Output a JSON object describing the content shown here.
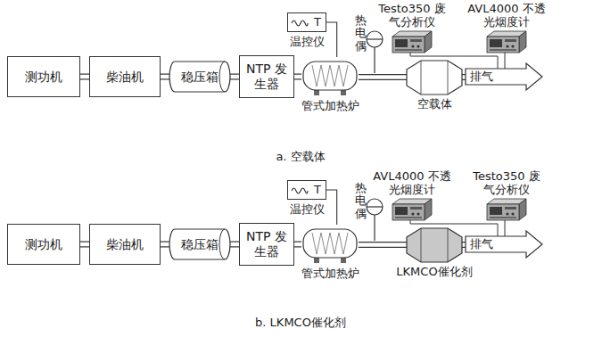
{
  "diagram": {
    "nodes": [
      {
        "text": [
          "测功机"
        ]
      },
      {
        "text": [
          "柴油机"
        ]
      },
      {
        "text": [
          "稳压箱"
        ]
      },
      {
        "text": [
          "NTP 发生器"
        ]
      },
      {
        "text": [
          "T",
          "温控仪"
        ]
      },
      {
        "text": [
          "管式加热炉"
        ]
      },
      {
        "text": [
          "空载体"
        ]
      },
      {
        "text": [
          "排气"
        ]
      },
      {
        "text": [
          "测功机"
        ]
      },
      {
        "text": [
          "柴油机"
        ]
      },
      {
        "text": [
          "稳压箱"
        ]
      },
      {
        "text": [
          "NTP 发生器"
        ]
      },
      {
        "text": [
          "T",
          "温控仪"
        ]
      },
      {
        "text": [
          "管式加热炉"
        ]
      },
      {
        "text": [
          "LKMCO催化剂"
        ]
      },
      {
        "text": [
          "排气"
        ]
      }
    ],
    "edges": [
      {
        "from": 0,
        "to": 1,
        "arrow": "none"
      },
      {
        "from": 1,
        "to": 2,
        "arrow": "none"
      },
      {
        "from": 2,
        "to": 3,
        "arrow": "none"
      },
      {
        "from": 3,
        "to": 5,
        "arrow": "none"
      },
      {
        "from": 4,
        "to": 5,
        "arrow": "none"
      },
      {
        "from": 5,
        "to": 6,
        "arrow": "none"
      },
      {
        "from": 6,
        "to": 7,
        "arrow": "none"
      },
      {
        "from": 8,
        "to": 9,
        "arrow": "none"
      },
      {
        "from": 9,
        "to": 10,
        "arrow": "none"
      },
      {
        "from": 10,
        "to": 11,
        "arrow": "none"
      },
      {
        "from": 11,
        "to": 13,
        "arrow": "none"
      },
      {
        "from": 12,
        "to": 13,
        "arrow": "none"
      },
      {
        "from": 13,
        "to": 14,
        "arrow": "none"
      },
      {
        "from": 14,
        "to": 15,
        "arrow": "none"
      }
    ],
    "labels": [
      "热电偶",
      "Testo350 废气分析仪",
      "AVL4000 不透光烟度计",
      "a. 空载体",
      "热电偶",
      "AVL4000 不透光烟度计",
      "Testo350 废气分析仪",
      "b. LKMCO催化剂"
    ]
  }
}
